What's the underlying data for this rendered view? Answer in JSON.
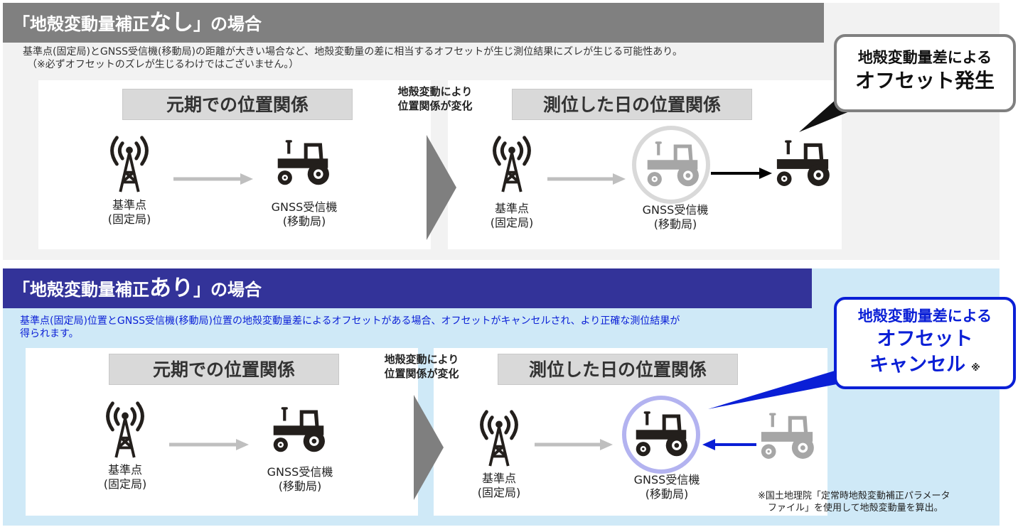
{
  "section1": {
    "header_pre": "「地殻変動量補正",
    "header_big": "なし",
    "header_post": "」の場合",
    "desc_line1": "基準点(固定局)とGNSS受信機(移動局)の距離が大きい場合など、地殻変動量の差に相当するオフセットが生じ測位結果にズレが生じる可能性あり。",
    "desc_line2": "（※必ずオフセットのズレが生じるわけではございません。）",
    "left_title": "元期での位置関係",
    "right_title": "測位した日の位置関係",
    "change_line1": "地殻変動により",
    "change_line2": "位置関係が変化",
    "base_label1": "基準点",
    "base_label2": "(固定局)",
    "rover_label1": "GNSS受信機",
    "rover_label2": "(移動局)",
    "callout_line1": "地殻変動量差による",
    "callout_line2": "オフセット発生",
    "colors": {
      "header": "#808080",
      "bg": "#f2f2f2"
    }
  },
  "section2": {
    "header_pre": "「地殻変動量補正",
    "header_big": "あり",
    "header_post": "」の場合",
    "desc_line1": "基準点(固定局)位置とGNSS受信機(移動局)位置の地殻変動量差によるオフセットがある場合、オフセットがキャンセルされ、より正確な測位結果が",
    "desc_line2": "得られます。",
    "left_title": "元期での位置関係",
    "right_title": "測位した日の位置関係",
    "change_line1": "地殻変動により",
    "change_line2": "位置関係が変化",
    "base_label1": "基準点",
    "base_label2": "(固定局)",
    "rover_label1": "GNSS受信機",
    "rover_label2": "(移動局)",
    "callout_line1": "地殻変動量差による",
    "callout_line2": "オフセット",
    "callout_line3": "キャンセル",
    "callout_mark": "※",
    "footnote_line1": "※国土地理院「定常時地殻変動補正パラメータ",
    "footnote_line2": "ファイル」を使用して地殻変動量を算出。",
    "colors": {
      "header": "#333399",
      "bg": "#cfe9f7",
      "accent": "#0a1fd6"
    }
  }
}
